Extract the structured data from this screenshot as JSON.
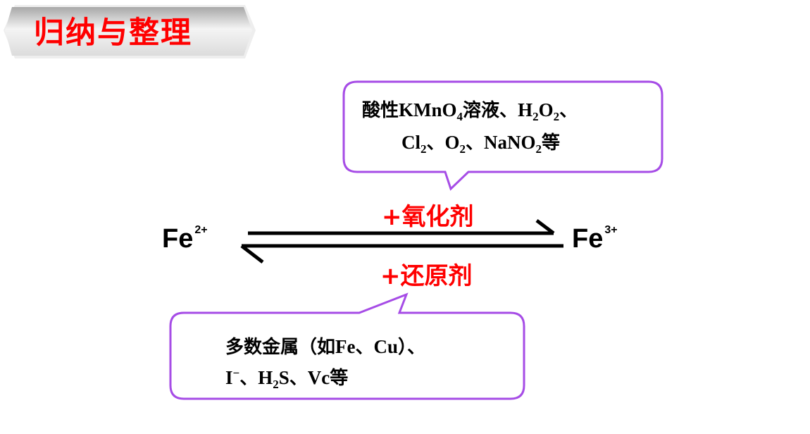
{
  "title": "归纳与整理",
  "colors": {
    "title": "#ff0000",
    "callout_border": "#a64ce6",
    "reagent": "#ff0000"
  },
  "equation": {
    "left_ion": {
      "symbol": "Fe",
      "charge": "2+"
    },
    "right_ion": {
      "symbol": "Fe",
      "charge": "3+"
    },
    "forward_label": "+氧化剂",
    "reverse_label": "+还原剂"
  },
  "oxidants_callout": {
    "line1": [
      "酸性",
      "KMnO",
      "4",
      "溶液",
      "、",
      "H",
      "2",
      "O",
      "2",
      "、"
    ],
    "line2": [
      "Cl",
      "2",
      "、",
      "O",
      "2",
      "、",
      "NaNO",
      "2",
      "等"
    ]
  },
  "reductants_callout": {
    "line1": [
      "多数金属（如",
      "Fe",
      "、",
      "Cu",
      "）、"
    ],
    "line2": [
      "I",
      "−",
      "、",
      "H",
      "2",
      "S",
      "、",
      "Vc",
      "等"
    ]
  }
}
